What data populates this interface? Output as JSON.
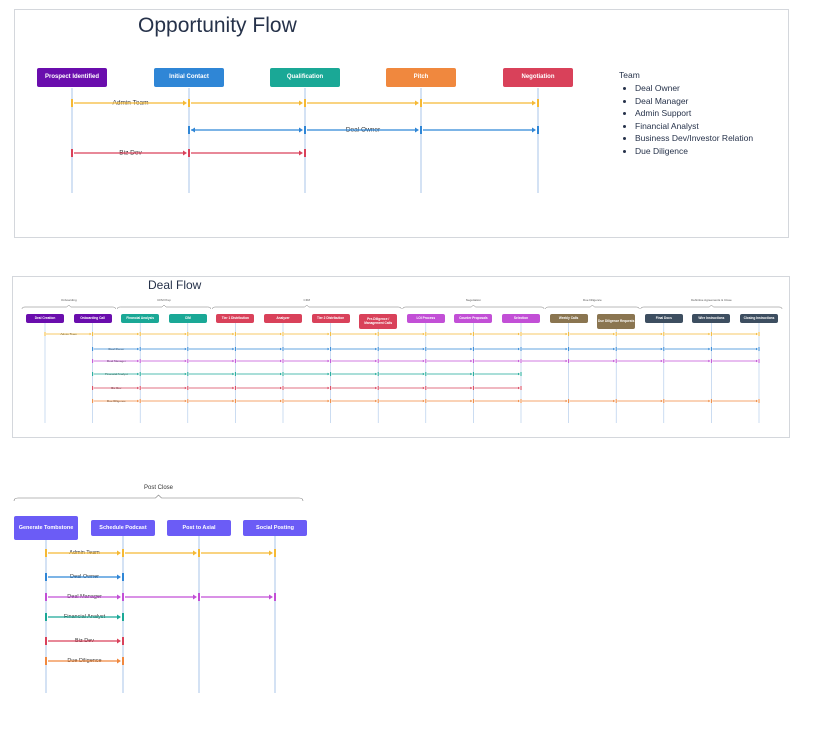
{
  "opportunity_flow": {
    "title": "Opportunity Flow",
    "stages": [
      {
        "label": "Prospect Identified",
        "color": "#6a0dad"
      },
      {
        "label": "Initial Contact",
        "color": "#2f86d6"
      },
      {
        "label": "Qualification",
        "color": "#1aa896"
      },
      {
        "label": "Pitch",
        "color": "#f0883e"
      },
      {
        "label": "Negotiation",
        "color": "#d9415a"
      }
    ],
    "flows": [
      {
        "label": "Admin Team",
        "color": "#f5b935",
        "from": 0,
        "to": 4
      },
      {
        "label": "Deal Owner",
        "color": "#2f86d6",
        "from": 1,
        "to": 4
      },
      {
        "label": "Biz Dev",
        "color": "#d9415a",
        "from": 0,
        "to": 2
      }
    ],
    "team": {
      "title": "Team",
      "members": [
        "Deal Owner",
        "Deal Manager",
        "Admin Support",
        "Financial Analyst",
        "Business Dev/Investor Relation",
        "Due Diligence"
      ]
    }
  },
  "deal_flow": {
    "title": "Deal Flow",
    "stage_groups": [
      {
        "label": "Onboarding",
        "from": 0,
        "to": 1
      },
      {
        "label": "CFM Prep",
        "from": 2,
        "to": 3
      },
      {
        "label": "CFM",
        "from": 4,
        "to": 7
      },
      {
        "label": "Negotiation",
        "from": 8,
        "to": 10
      },
      {
        "label": "Due Diligence",
        "from": 11,
        "to": 12
      },
      {
        "label": "Definitive Agreements & Close",
        "from": 13,
        "to": 15
      }
    ],
    "steps": [
      {
        "label": "Deal Creation",
        "color": "#6a0dad"
      },
      {
        "label": "Onboarding Call",
        "color": "#6a0dad"
      },
      {
        "label": "Financial Analysis",
        "color": "#1aa896"
      },
      {
        "label": "CIM",
        "color": "#1aa896"
      },
      {
        "label": "Tier 1 Distribution",
        "color": "#d9415a"
      },
      {
        "label": "Analyzer",
        "color": "#d9415a"
      },
      {
        "label": "Tier 2 Distribution",
        "color": "#d9415a"
      },
      {
        "label": "Pre-Diligence / Management Calls",
        "color": "#d9415a"
      },
      {
        "label": "LOI Process",
        "color": "#c24fd6"
      },
      {
        "label": "Counter Proposals",
        "color": "#c24fd6"
      },
      {
        "label": "Selection",
        "color": "#c24fd6"
      },
      {
        "label": "Weekly Calls",
        "color": "#8a7550"
      },
      {
        "label": "Due Diligence Requests",
        "color": "#8a7550"
      },
      {
        "label": "Final Docs",
        "color": "#3d4e60"
      },
      {
        "label": "Wire Instructions",
        "color": "#3d4e60"
      },
      {
        "label": "Closing Instructions",
        "color": "#3d4e60"
      }
    ],
    "flows": [
      {
        "label": "Admin Team",
        "color": "#f5b935",
        "from": 0,
        "to": 15
      },
      {
        "label": "Deal Owner",
        "color": "#2f86d6",
        "from": 1,
        "to": 15
      },
      {
        "label": "Deal Manager",
        "color": "#c24fd6",
        "from": 1,
        "to": 15
      },
      {
        "label": "Financial Analyst",
        "color": "#1aa896",
        "from": 1,
        "to": 10
      },
      {
        "label": "Biz Dev",
        "color": "#d9415a",
        "from": 1,
        "to": 10
      },
      {
        "label": "Due Diligence",
        "color": "#f0883e",
        "from": 1,
        "to": 15
      }
    ]
  },
  "post_close": {
    "group_label": "Post Close",
    "steps": [
      {
        "label": "Generate Tombstone",
        "color": "#6b5cf6"
      },
      {
        "label": "Schedule Podcast",
        "color": "#6b5cf6"
      },
      {
        "label": "Post to Axial",
        "color": "#6b5cf6"
      },
      {
        "label": "Social Posting",
        "color": "#6b5cf6"
      }
    ],
    "flows": [
      {
        "label": "Admin Team",
        "color": "#f5b935",
        "from": 0,
        "to": 3
      },
      {
        "label": "Deal Owner",
        "color": "#2f86d6",
        "from": 0,
        "to": 1
      },
      {
        "label": "Deal Manager",
        "color": "#c24fd6",
        "from": 0,
        "to": 3
      },
      {
        "label": "Financial Analyst",
        "color": "#1aa896",
        "from": 0,
        "to": 1
      },
      {
        "label": "Biz Dev",
        "color": "#d9415a",
        "from": 0,
        "to": 1
      },
      {
        "label": "Due Diligence",
        "color": "#f0883e",
        "from": 0,
        "to": 1
      }
    ]
  }
}
